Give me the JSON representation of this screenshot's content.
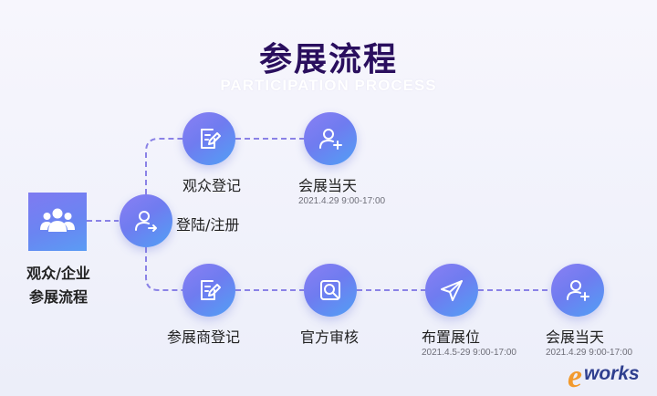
{
  "header": {
    "title": "参展流程",
    "subtitle": "PARTICIPATION PROCESS"
  },
  "source": {
    "icon": "group-icon",
    "label_line1": "观众/企业",
    "label_line2": "参展流程"
  },
  "hub": {
    "icon": "login-user-icon",
    "label": "登陆/注册"
  },
  "visitor_branch": {
    "steps": [
      {
        "icon": "form-edit-icon",
        "label": "观众登记"
      },
      {
        "icon": "add-user-icon",
        "label": "会展当天",
        "date": "2021.4.29   9:00-17:00"
      }
    ]
  },
  "exhibitor_branch": {
    "steps": [
      {
        "icon": "form-edit-icon",
        "label": "参展商登记"
      },
      {
        "icon": "review-search-icon",
        "label": "官方审核"
      },
      {
        "icon": "paper-plane-icon",
        "label": "布置展位",
        "date": "2021.4.5-29  9:00-17:00"
      },
      {
        "icon": "add-user-icon",
        "label": "会展当天",
        "date": "2021.4.29   9:00-17:00"
      }
    ]
  },
  "watermark": {
    "mark": "e",
    "text": "works"
  },
  "colors": {
    "title": "#2a0f5e",
    "connector": "#8a82e6",
    "gradient_start": "#8a7ff3",
    "gradient_end": "#51a0f5"
  }
}
